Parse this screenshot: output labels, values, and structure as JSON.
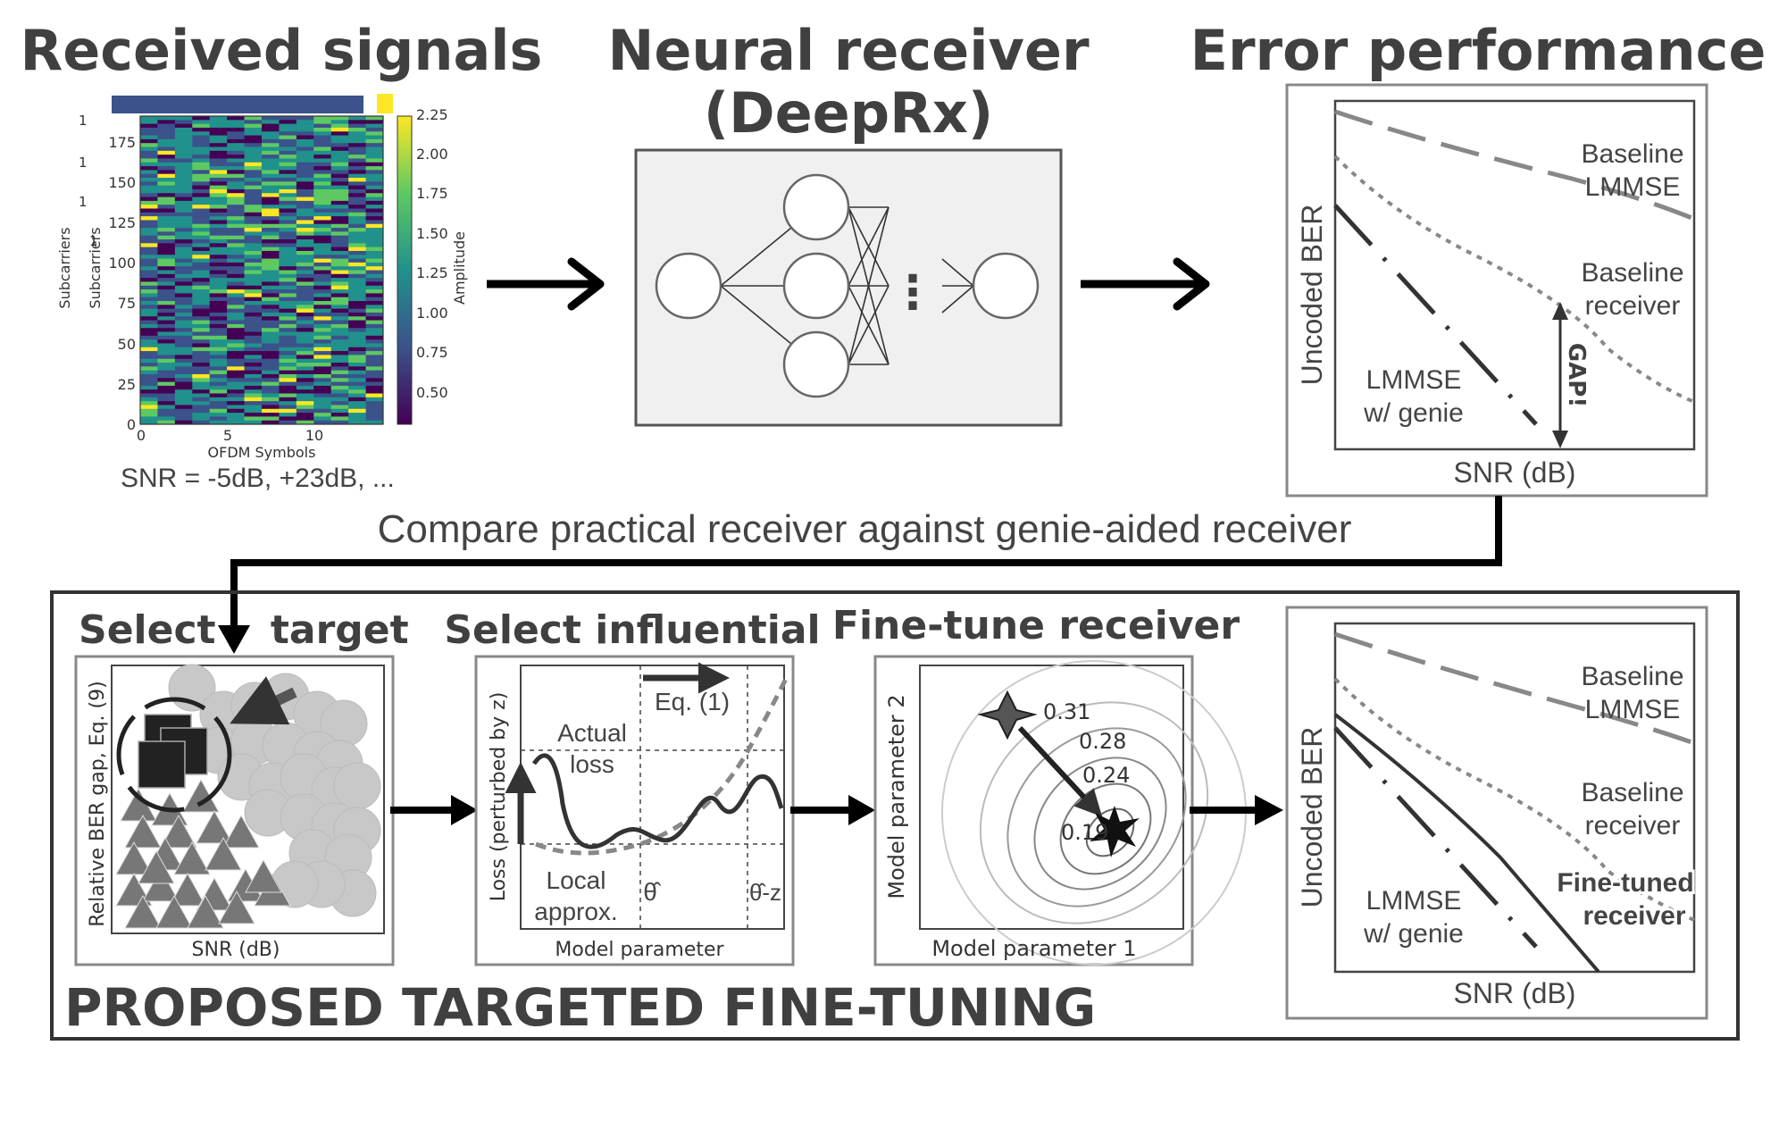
{
  "headings": {
    "received": "Received signals",
    "neural_line1": "Neural receiver",
    "neural_line2": "(DeepRx)",
    "error": "Error performance"
  },
  "heatmap": {
    "ylabel": "Subcarriers",
    "xlabel": "OFDM Symbols",
    "colorbar_label": "Amplitude",
    "y_ticks": [
      "0",
      "25",
      "50",
      "75",
      "100",
      "125",
      "150",
      "175"
    ],
    "x_ticks": [
      "0",
      "5",
      "10"
    ],
    "cbar_ticks": [
      "0.50",
      "0.75",
      "1.00",
      "1.25",
      "1.50",
      "1.75",
      "2.00",
      "2.25"
    ],
    "stack_ticks": [
      "1",
      "1",
      "1",
      "1"
    ],
    "snr_caption": "SNR = -5dB, +23dB, ...",
    "colors": [
      "#440154",
      "#3b528b",
      "#21918c",
      "#5ec962",
      "#fde725"
    ]
  },
  "network": {
    "dots": "⋮"
  },
  "ber_top": {
    "ylabel": "Uncoded BER",
    "xlabel": "SNR (dB)",
    "baseline_lmmse": [
      "Baseline",
      "LMMSE"
    ],
    "baseline_receiver": [
      "Baseline",
      "receiver"
    ],
    "lmmse_genie": [
      "LMMSE",
      "w/ genie"
    ],
    "gap": "GAP!"
  },
  "compare_text": "Compare practical receiver against genie-aided receiver",
  "bottom": {
    "title": "PROPOSED TARGETED FINE-TUNING",
    "select_target": {
      "heading": "Select    target",
      "ylabel": "Relative BER gap, Eq. (9)",
      "xlabel": "SNR (dB)"
    },
    "select_influential": {
      "heading": "Select influential",
      "eq": "Eq. (1)",
      "actual_loss": [
        "Actual",
        "loss"
      ],
      "local_approx": [
        "Local",
        "approx."
      ],
      "theta_hat": "θ̂",
      "theta_hat_z": "θ̂-z",
      "ylabel": "Loss (perturbed by z)",
      "xlabel": "Model parameter"
    },
    "fine_tune": {
      "heading": "Fine-tune receiver",
      "contours": [
        "0.31",
        "0.28",
        "0.24",
        "0.19"
      ],
      "ylabel": "Model parameter 2",
      "xlabel": "Model parameter 1"
    },
    "ber_bottom": {
      "ylabel": "Uncoded BER",
      "xlabel": "SNR (dB)",
      "baseline_lmmse": [
        "Baseline",
        "LMMSE"
      ],
      "baseline_receiver": [
        "Baseline",
        "receiver"
      ],
      "lmmse_genie": [
        "LMMSE",
        "w/ genie"
      ],
      "fine_tuned": [
        "Fine-tuned",
        "receiver"
      ]
    }
  }
}
